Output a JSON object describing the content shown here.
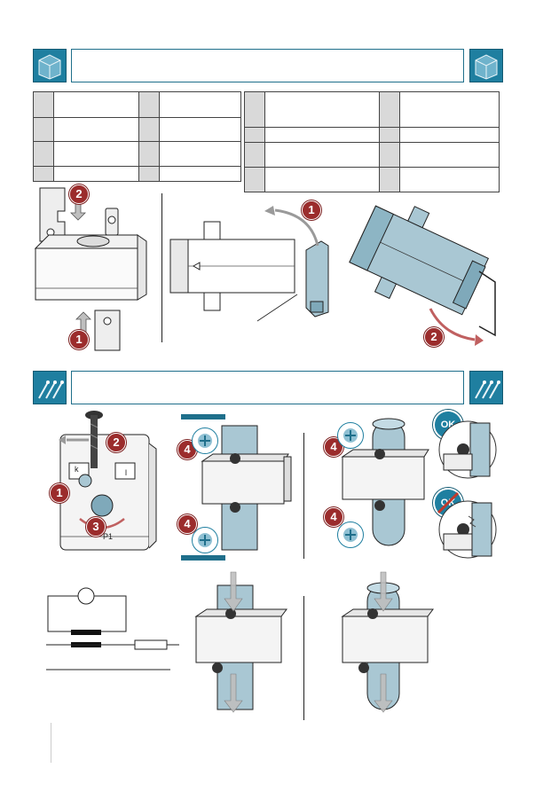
{
  "section_mount": {
    "title": ""
  },
  "section_connect": {
    "title": ""
  },
  "table_left": {
    "rows": [
      {
        "k1": "",
        "v1": "",
        "k2": "",
        "v2": ""
      },
      {
        "k1": "",
        "v1": "",
        "k2": "",
        "v2": ""
      },
      {
        "k1": "",
        "v1": "",
        "k2": "",
        "v2": ""
      },
      {
        "k1": "",
        "v1": "",
        "k2": "",
        "v2": ""
      }
    ]
  },
  "table_right": {
    "rows": [
      {
        "k1": "",
        "v1": "",
        "k2": "",
        "v2": ""
      },
      {
        "k1": "",
        "v1": "",
        "k2": "",
        "v2": ""
      },
      {
        "k1": "",
        "v1": "",
        "k2": "",
        "v2": ""
      },
      {
        "k1": "",
        "v1": "",
        "k2": "",
        "v2": ""
      }
    ]
  },
  "steps": {
    "s1": "1",
    "s2": "2",
    "s3": "3",
    "s4": "4"
  },
  "ok_label": "OK",
  "terminal_labels": {
    "k": "k",
    "l": "l",
    "p1": "P1"
  },
  "colors": {
    "accent": "#1f7fa0",
    "step_badge": "#9b2c2c",
    "device_fill": "#a9c7d3"
  }
}
